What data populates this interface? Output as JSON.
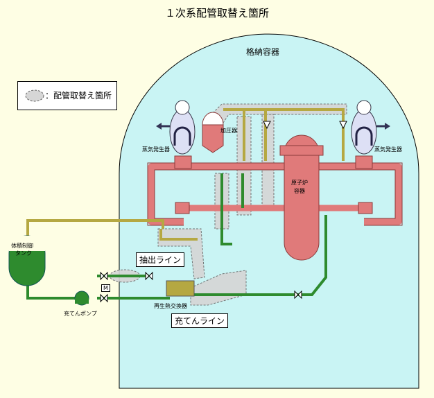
{
  "title": "１次系配管取替え箇所",
  "containment_label": "格納容器",
  "legend": {
    "text": "：配管取替え箇所"
  },
  "labels": {
    "pressurizer": "加圧器",
    "sg_left": "蒸気発生器",
    "sg_right": "蒸気発生器",
    "reactor_1": "原子炉",
    "reactor_2": "容器",
    "vct_1": "体積制御",
    "vct_2": "タンク",
    "extraction_line": "抽出ライン",
    "charging_line": "充てんライン",
    "regen_hx": "再生熱交換器",
    "charging_pump": "充てんポンプ",
    "motor": "M"
  },
  "colors": {
    "background": "#fefee4",
    "containment": "#c9f4f4",
    "primary_pipe": "#e07a7a",
    "green_pipe": "#2e8b2e",
    "olive_pipe": "#b5a842",
    "replace_area": "#d8d8d8"
  }
}
